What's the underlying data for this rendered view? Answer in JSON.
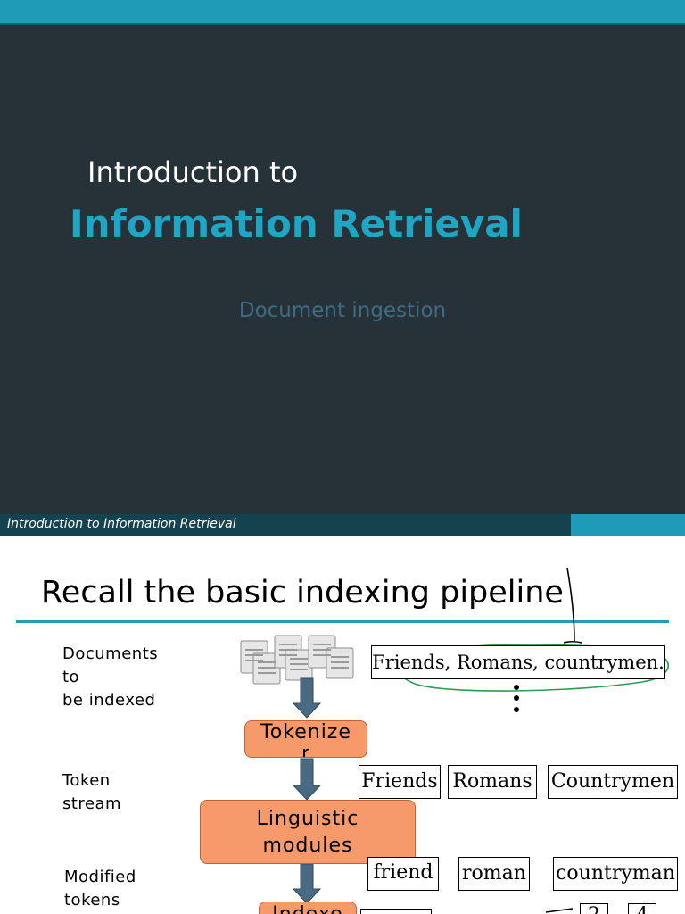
{
  "slide1": {
    "intro": "Introduction to",
    "title": "Information Retrieval",
    "subtitle": "Document ingestion",
    "footer": "Introduction to Information Retrieval"
  },
  "slide2": {
    "title": "Recall the basic indexing pipeline",
    "labels": {
      "documents": [
        "Documents",
        "to",
        "be indexed"
      ],
      "token_stream": [
        "Token",
        "stream"
      ],
      "modified_tokens": [
        "Modified",
        "tokens"
      ]
    },
    "stages": {
      "tokenizer": [
        "Tokenize",
        "r"
      ],
      "linguistic": [
        "Linguistic",
        "modules"
      ],
      "indexer": "Indexe"
    },
    "text_box": "Friends, Romans, countrymen.",
    "tokens": [
      "Friends",
      "Romans",
      "Countrymen"
    ],
    "modified": [
      "friend",
      "roman",
      "countryman"
    ],
    "postings": [
      "2",
      "4"
    ]
  },
  "colors": {
    "slide1_background": "#263238",
    "accent": "#1f9bb8",
    "title_color": "#1fa6c5",
    "stage_fill": "#f79a6b",
    "arrow": "#4a6a83",
    "annotation": "#2e9a4e"
  }
}
